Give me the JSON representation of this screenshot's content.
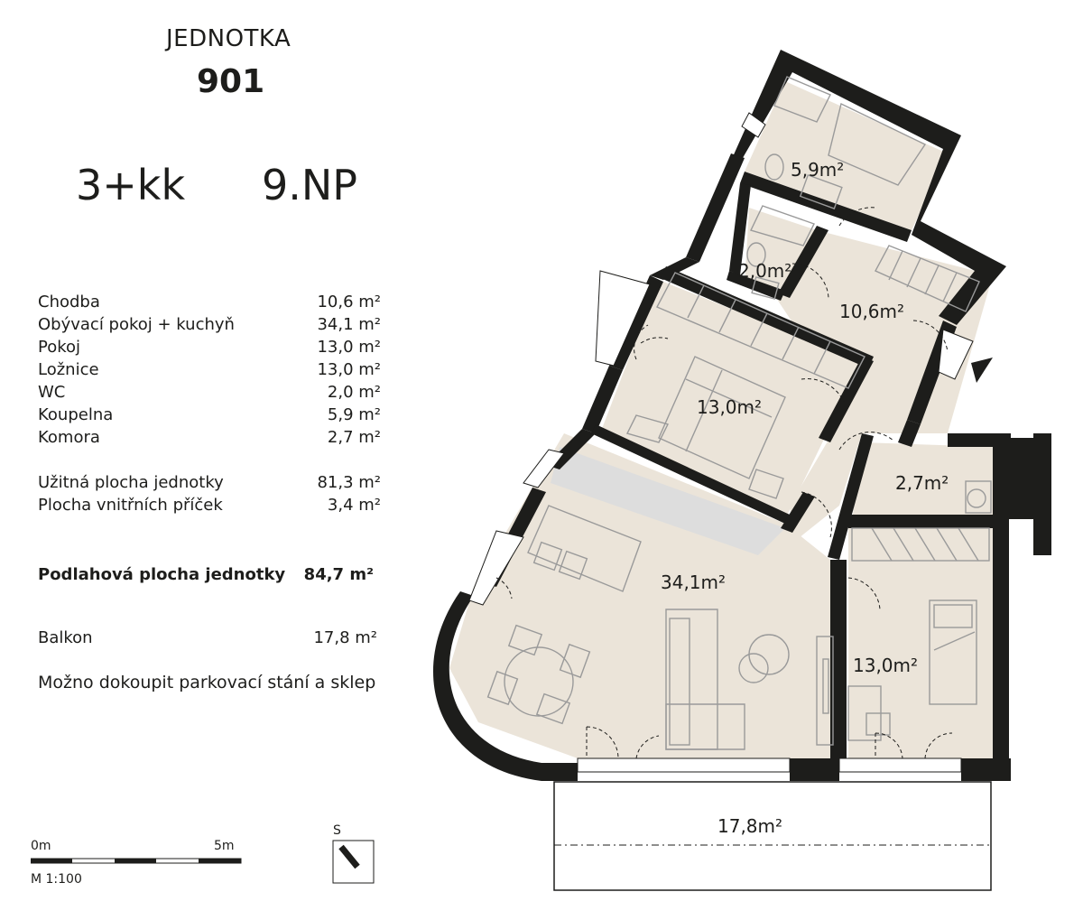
{
  "header": {
    "label": "JEDNOTKA",
    "number": "901",
    "type": "3+kk",
    "floor": "9.NP"
  },
  "rooms": [
    {
      "name": "Chodba",
      "area": "10,6 m²"
    },
    {
      "name": "Obývací pokoj + kuchyň",
      "area": "34,1 m²"
    },
    {
      "name": "Pokoj",
      "area": "13,0 m²"
    },
    {
      "name": "Ložnice",
      "area": "13,0 m²"
    },
    {
      "name": "WC",
      "area": "2,0 m²"
    },
    {
      "name": "Koupelna",
      "area": "5,9 m²"
    },
    {
      "name": "Komora",
      "area": "2,7 m²"
    }
  ],
  "totals": {
    "usable_label": "Užitná plocha jednotky",
    "usable_value": "81,3 m²",
    "walls_label": "Plocha vnitřních příček",
    "walls_value": "3,4 m²",
    "floor_label": "Podlahová plocha jednotky",
    "floor_value": "84,7 m²"
  },
  "balcony": {
    "label": "Balkon",
    "value": "17,8 m²"
  },
  "note": "Možno dokoupit parkovací stání a sklep",
  "scale": {
    "start": "0m",
    "end": "5m",
    "ratio": "M 1:100"
  },
  "compass": {
    "letter": "S"
  },
  "plan_labels": {
    "bathroom": "5,9m²",
    "wc": "2,0m²",
    "hall": "10,6m²",
    "bedroom": "13,0m²",
    "storage": "2,7m²",
    "living": "34,1m²",
    "room": "13,0m²",
    "balcony": "17,8m²"
  },
  "colors": {
    "wall": "#1d1d1b",
    "floor": "#ebe4d9",
    "furniture": "#9a9a9a",
    "kitchen_counter": "#dddddd"
  }
}
